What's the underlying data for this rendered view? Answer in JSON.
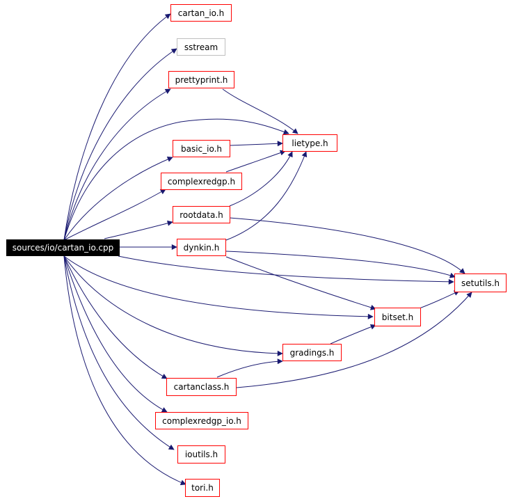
{
  "colors": {
    "edge": "#191970",
    "node_border": "#ff0000",
    "missing_border": "#bfbfbf",
    "root_fill": "#000000",
    "root_text": "#ffffff",
    "node_text": "#000000"
  },
  "nodes": {
    "root": "sources/io/cartan_io.cpp",
    "cartan_io_h": "cartan_io.h",
    "sstream": "sstream",
    "prettyprint_h": "prettyprint.h",
    "basic_io_h": "basic_io.h",
    "lietype_h": "lietype.h",
    "complexredgp_h": "complexredgp.h",
    "rootdata_h": "rootdata.h",
    "dynkin_h": "dynkin.h",
    "setutils_h": "setutils.h",
    "bitset_h": "bitset.h",
    "gradings_h": "gradings.h",
    "cartanclass_h": "cartanclass.h",
    "complexredgp_io_h": "complexredgp_io.h",
    "ioutils_h": "ioutils.h",
    "tori_h": "tori.h"
  }
}
